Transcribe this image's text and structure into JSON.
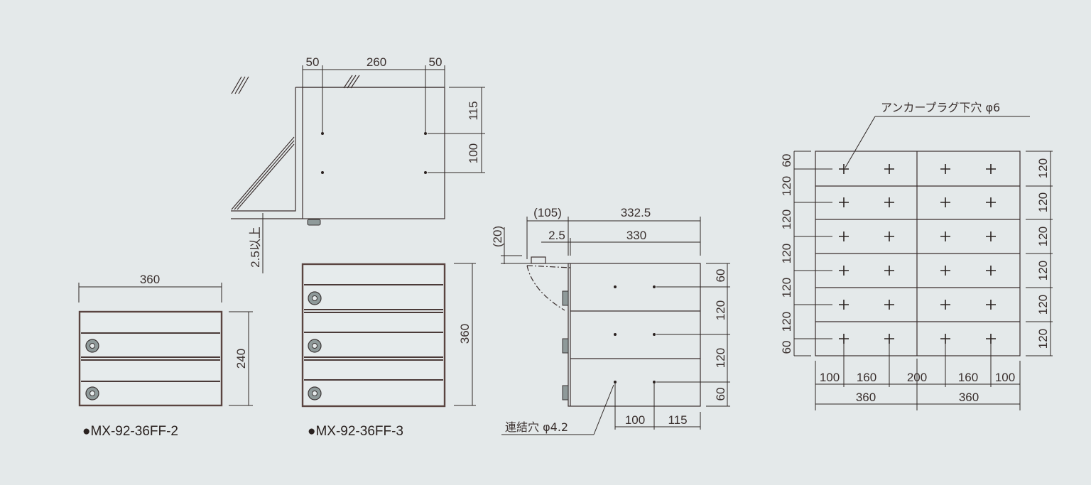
{
  "drawing": {
    "colors": {
      "background": "#e4e9ea",
      "line": "#3a2f2e",
      "box_outline": "#5a4440",
      "lock": "#8f9a9a"
    },
    "top_view": {
      "dims_top": [
        "50",
        "260",
        "50"
      ],
      "dims_right": [
        "115",
        "100"
      ],
      "clearance_label": "2.5以上"
    },
    "model_2": {
      "width": "360",
      "height": "240",
      "label": "●MX-92-36FF-2"
    },
    "model_3": {
      "height": "360",
      "label": "●MX-92-36FF-3"
    },
    "side_view": {
      "dim_105": "(105)",
      "dim_332_5": "332.5",
      "dim_2_5": "2.5",
      "dim_330": "330",
      "dim_20": "(20)",
      "dims_right": [
        "60",
        "120",
        "120",
        "60"
      ],
      "dims_bottom": [
        "100",
        "115"
      ],
      "hole_label": "連結穴 φ4.2"
    },
    "anchor_layout": {
      "anchor_label": "アンカープラグ下穴 φ6",
      "dims_left": [
        "60",
        "120",
        "120",
        "120",
        "120",
        "120",
        "60"
      ],
      "dims_right": [
        "120",
        "120",
        "120",
        "120",
        "120",
        "120"
      ],
      "dims_bottom_row1": [
        "100",
        "160",
        "200",
        "160",
        "100"
      ],
      "dims_bottom_row2": [
        "360",
        "360"
      ]
    }
  }
}
